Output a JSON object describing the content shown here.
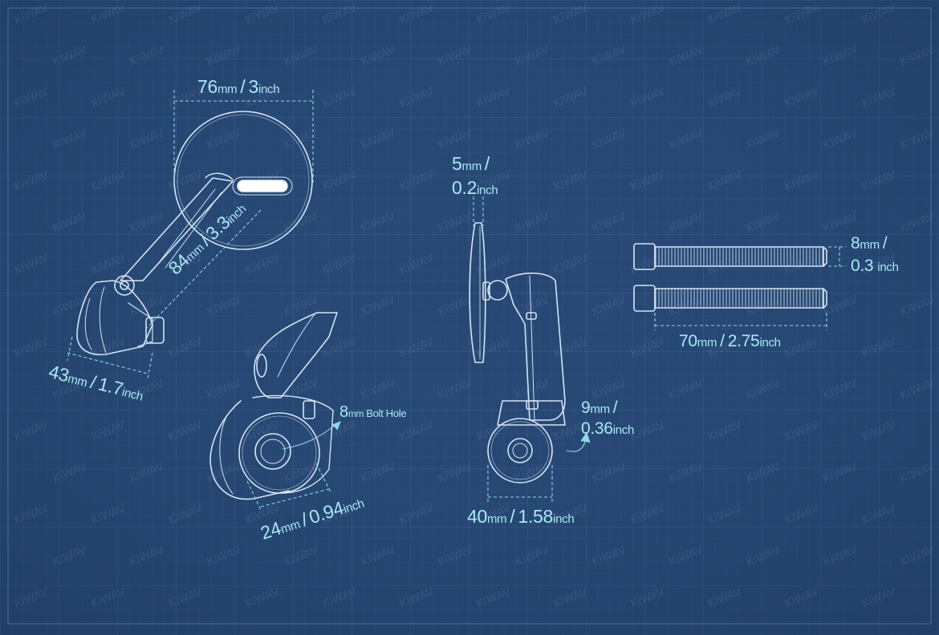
{
  "watermark": {
    "text": "KiWAV"
  },
  "colors": {
    "background": "#274874",
    "grid_minor": "#34588a",
    "grid_major": "#3d6396",
    "line": "#d4e4f4",
    "dimension": "#8fd8e4",
    "text": "#a9e8f4"
  },
  "dimensions": {
    "mirror_width": {
      "mm": "76",
      "mm_unit": "mm",
      "inch": "3",
      "inch_unit": "inch"
    },
    "arm_length": {
      "mm": "84",
      "mm_unit": "mm",
      "inch": "3.3",
      "inch_unit": "inch"
    },
    "clamp_length": {
      "mm": "43",
      "mm_unit": "mm",
      "inch": "1.7",
      "inch_unit": "inch"
    },
    "clamp_diameter": {
      "mm": "24",
      "mm_unit": "mm",
      "inch": "0.94",
      "inch_unit": "inch"
    },
    "bolt_hole": {
      "mm": "8",
      "mm_unit": "mm",
      "label": "Bolt Hole"
    },
    "glass_thickness": {
      "mm": "5",
      "mm_unit": "mm",
      "inch": "0.2",
      "inch_unit": "inch"
    },
    "offset": {
      "mm": "9",
      "mm_unit": "mm",
      "inch": "0.36",
      "inch_unit": "inch"
    },
    "mount_width": {
      "mm": "40",
      "mm_unit": "mm",
      "inch": "1.58",
      "inch_unit": "inch"
    },
    "bolt_diameter": {
      "mm": "8",
      "mm_unit": "mm",
      "inch": "0.3",
      "inch_unit": "inch"
    },
    "bolt_length": {
      "mm": "70",
      "mm_unit": "mm",
      "inch": "2.75",
      "inch_unit": "inch"
    }
  }
}
